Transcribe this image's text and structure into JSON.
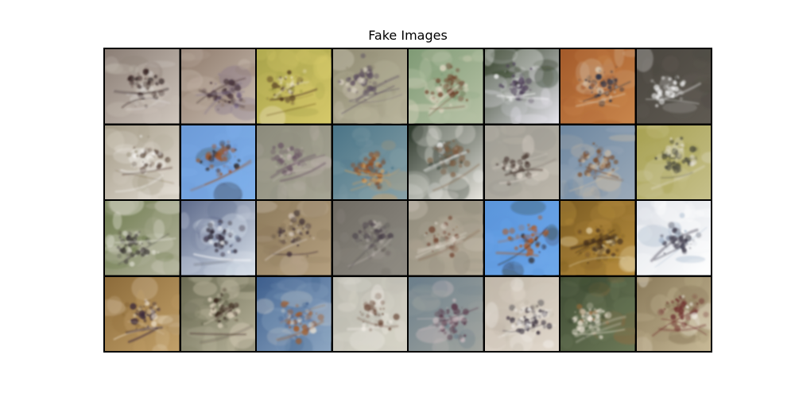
{
  "figure": {
    "title": "Fake Images"
  },
  "grid": {
    "rows": 4,
    "cols": 8
  },
  "tiles": [
    {
      "bg": "#8a7d74",
      "bg2": "#cfc6bd",
      "subject": "#2b1a1a",
      "accent": "#d7d2cf"
    },
    {
      "bg": "#8e7a6b",
      "bg2": "#cbbfb3",
      "subject": "#3a2730",
      "accent": "#7b6c8a"
    },
    {
      "bg": "#a7a24a",
      "bg2": "#d6c96a",
      "subject": "#4a2f1d",
      "accent": "#efe6d0"
    },
    {
      "bg": "#8f8a72",
      "bg2": "#b8b49c",
      "subject": "#5b4d5e",
      "accent": "#d8d0c2"
    },
    {
      "bg": "#7f9a75",
      "bg2": "#b7c2a6",
      "subject": "#6b3a24",
      "accent": "#e3d8c5"
    },
    {
      "bg": "#2e3b23",
      "bg2": "#e8e6ee",
      "subject": "#4a3a55",
      "accent": "#ffffff"
    },
    {
      "bg": "#a35a2a",
      "bg2": "#c9864c",
      "subject": "#2a3145",
      "accent": "#d8c7b0"
    },
    {
      "bg": "#4a463f",
      "bg2": "#5f5a52",
      "subject": "#efefef",
      "accent": "#ffffff"
    },
    {
      "bg": "#a39a86",
      "bg2": "#e3ddd4",
      "subject": "#4b3529",
      "accent": "#ffffff"
    },
    {
      "bg": "#6d9bd8",
      "bg2": "#7fb0ea",
      "subject": "#a0521f",
      "accent": "#2a1b14"
    },
    {
      "bg": "#8c8b7c",
      "bg2": "#a7a594",
      "subject": "#6a5564",
      "accent": "#c6b8b5"
    },
    {
      "bg": "#4a7487",
      "bg2": "#8aa2a8",
      "subject": "#8c4a1f",
      "accent": "#e1a156"
    },
    {
      "bg": "#2a3529",
      "bg2": "#e8e6df",
      "subject": "#7b5b3f",
      "accent": "#ffffff"
    },
    {
      "bg": "#9a9890",
      "bg2": "#bdb7ab",
      "subject": "#4a3a33",
      "accent": "#e7ded4"
    },
    {
      "bg": "#6e87a0",
      "bg2": "#9aa9b8",
      "subject": "#7a4c29",
      "accent": "#d6c0a2"
    },
    {
      "bg": "#a7a152",
      "bg2": "#c6c08b",
      "subject": "#3a3a35",
      "accent": "#e5e0d5"
    },
    {
      "bg": "#6d7a4d",
      "bg2": "#b7b6a1",
      "subject": "#3a3534",
      "accent": "#f2efe9"
    },
    {
      "bg": "#5d6a8a",
      "bg2": "#d9e1ea",
      "subject": "#2a2230",
      "accent": "#ffffff"
    },
    {
      "bg": "#8d7b5c",
      "bg2": "#b49f7f",
      "subject": "#3a2b33",
      "accent": "#d0c3b7"
    },
    {
      "bg": "#6f6b63",
      "bg2": "#8f8b83",
      "subject": "#4a4048",
      "accent": "#b9b2ab"
    },
    {
      "bg": "#8f8a7b",
      "bg2": "#b6ad9a",
      "subject": "#6d3f2b",
      "accent": "#d6cec2"
    },
    {
      "bg": "#5a95db",
      "bg2": "#6ea8ea",
      "subject": "#b25a1f",
      "accent": "#2b1a10"
    },
    {
      "bg": "#7b5b22",
      "bg2": "#b88f3f",
      "subject": "#3e2a1a",
      "accent": "#f1e7c8"
    },
    {
      "bg": "#d9dde4",
      "bg2": "#ffffff",
      "subject": "#3e3a4a",
      "accent": "#9fb2c8"
    },
    {
      "bg": "#8c6b3a",
      "bg2": "#c2a16a",
      "subject": "#3b2a3a",
      "accent": "#f0e5d2"
    },
    {
      "bg": "#6a6a52",
      "bg2": "#b9b49c",
      "subject": "#3b2a1f",
      "accent": "#e7dbc6"
    },
    {
      "bg": "#3e5f8d",
      "bg2": "#8ea7c2",
      "subject": "#a35a25",
      "accent": "#f1e7d5"
    },
    {
      "bg": "#b8b7ad",
      "bg2": "#d6d3c7",
      "subject": "#6b4a3a",
      "accent": "#f4efe8"
    },
    {
      "bg": "#6b7e8a",
      "bg2": "#a3a6a0",
      "subject": "#5a3a4a",
      "accent": "#d5c2c6"
    },
    {
      "bg": "#bfb6a8",
      "bg2": "#e1d8cc",
      "subject": "#2b2230",
      "accent": "#ffffff"
    },
    {
      "bg": "#3e4a33",
      "bg2": "#6d7a58",
      "subject": "#efe6d9",
      "accent": "#9a6a3a"
    },
    {
      "bg": "#8a7a5a",
      "bg2": "#c6b896",
      "subject": "#6b2a2a",
      "accent": "#f7f4ee"
    }
  ]
}
